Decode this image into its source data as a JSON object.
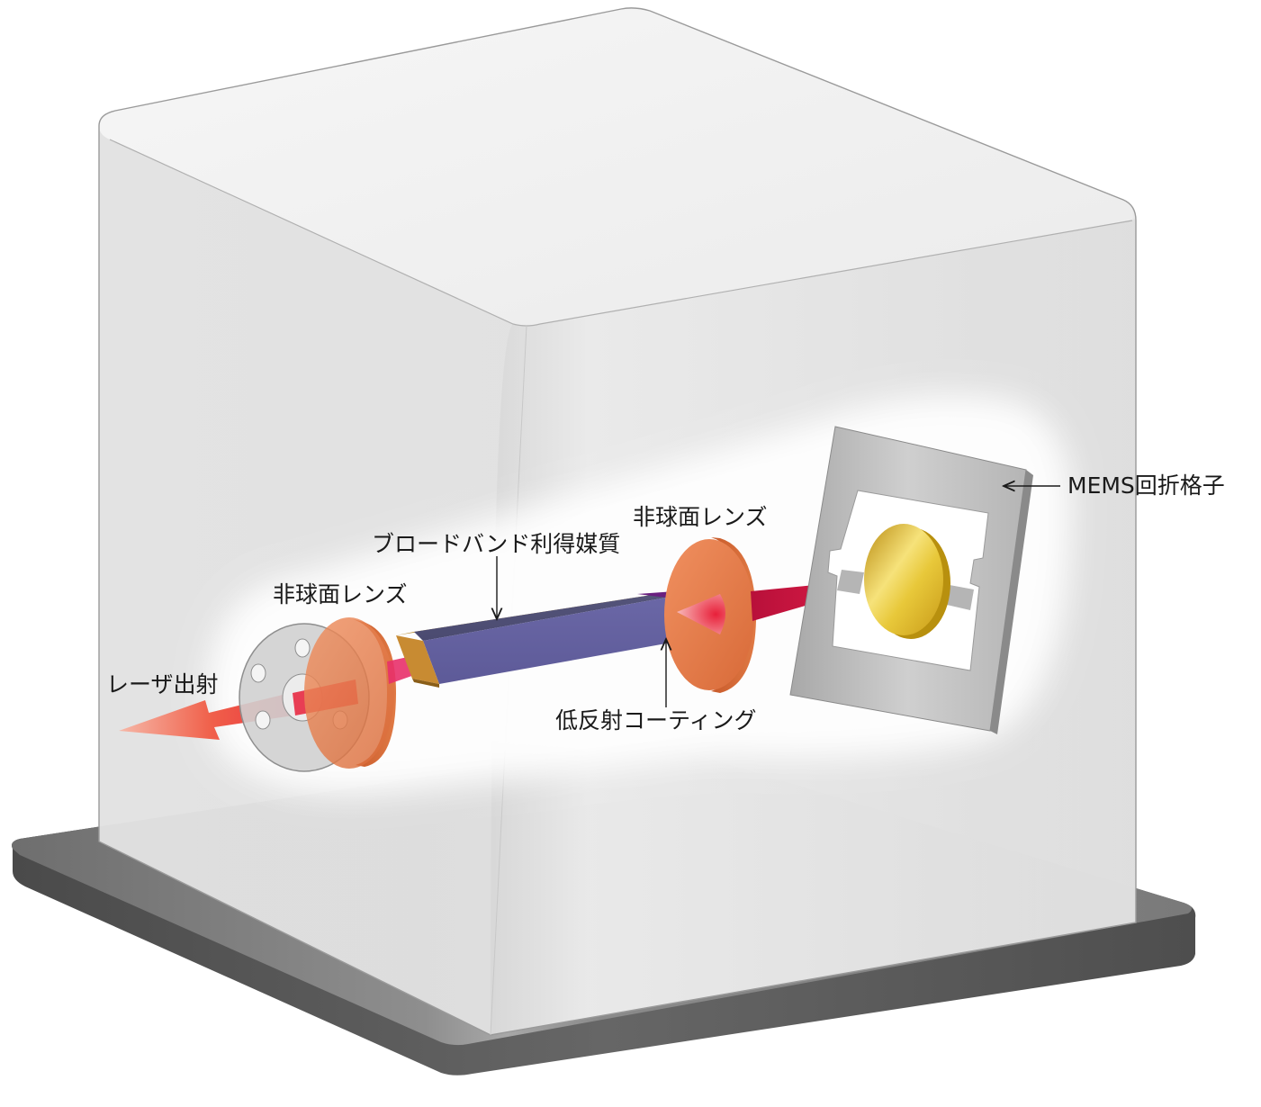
{
  "labels": {
    "laser_output": "レーザ出射",
    "aspheric_lens_left": "非球面レンズ",
    "gain_medium": "ブロードバンド利得媒質",
    "aspheric_lens_right": "非球面レンズ",
    "mems_grating": "MEMS回折格子",
    "ar_coating": "低反射コーティング"
  },
  "colors": {
    "enclosure": "#e3e3e3",
    "base_top": "#7f7f7f",
    "base_side": "#555555",
    "lens": "#e87a45",
    "gain_medium": "#5e5c9a",
    "ar_coating": "#8b1a8a",
    "end_cap": "#b07a2e",
    "grating_frame": "#c2c2c2",
    "grating_mirror": "#e6c12a",
    "beam": "#e8203a"
  }
}
